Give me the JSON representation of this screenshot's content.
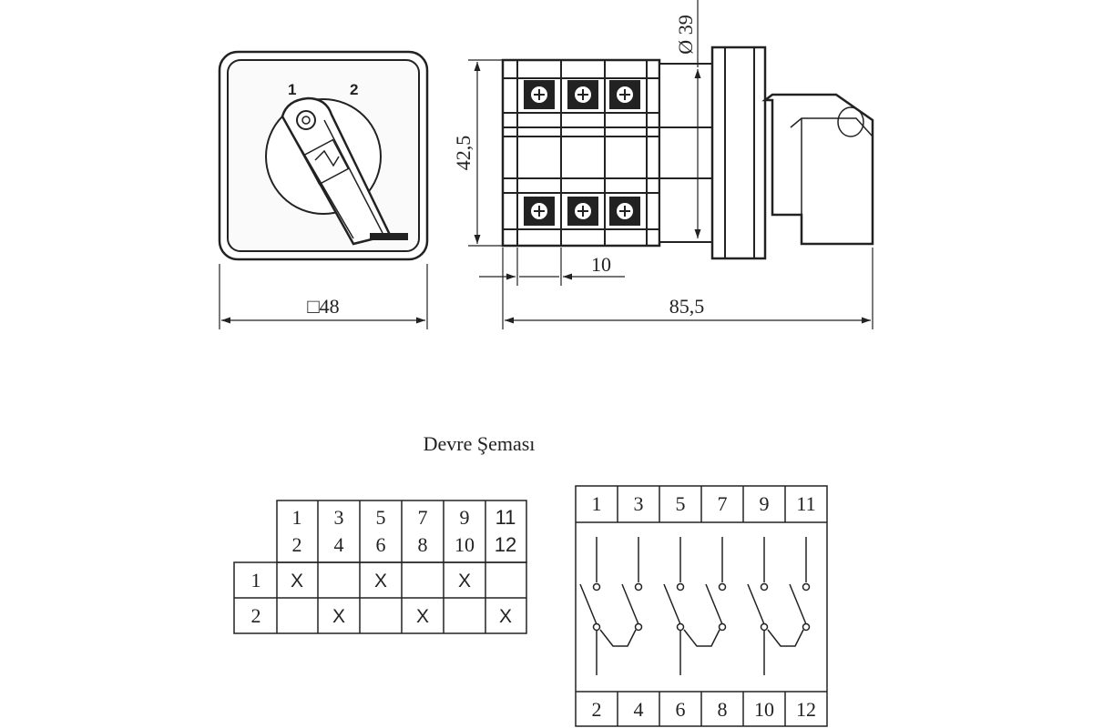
{
  "front_view": {
    "position_labels": [
      "1",
      "2"
    ],
    "dimension_label": "□48"
  },
  "side_view": {
    "height_label": "42,5",
    "diameter_label": "Ø 39",
    "module_label": "10",
    "length_label": "85,5"
  },
  "schema_title": "Devre Şeması",
  "switching_table": {
    "contact_pairs": [
      [
        "1",
        "2"
      ],
      [
        "3",
        "4"
      ],
      [
        "5",
        "6"
      ],
      [
        "7",
        "8"
      ],
      [
        "9",
        "10"
      ],
      [
        "11",
        "12"
      ]
    ],
    "positions": [
      "1",
      "2"
    ],
    "mark": "X",
    "closed": [
      [
        true,
        false,
        true,
        false,
        true,
        false
      ],
      [
        false,
        true,
        false,
        true,
        false,
        true
      ]
    ]
  },
  "contact_diagram": {
    "top_terminals": [
      "1",
      "3",
      "5",
      "7",
      "9",
      "11"
    ],
    "bottom_terminals": [
      "2",
      "4",
      "6",
      "8",
      "10",
      "12"
    ]
  },
  "colors": {
    "line": "#222222",
    "panel_fill": "#f7f7f7"
  }
}
